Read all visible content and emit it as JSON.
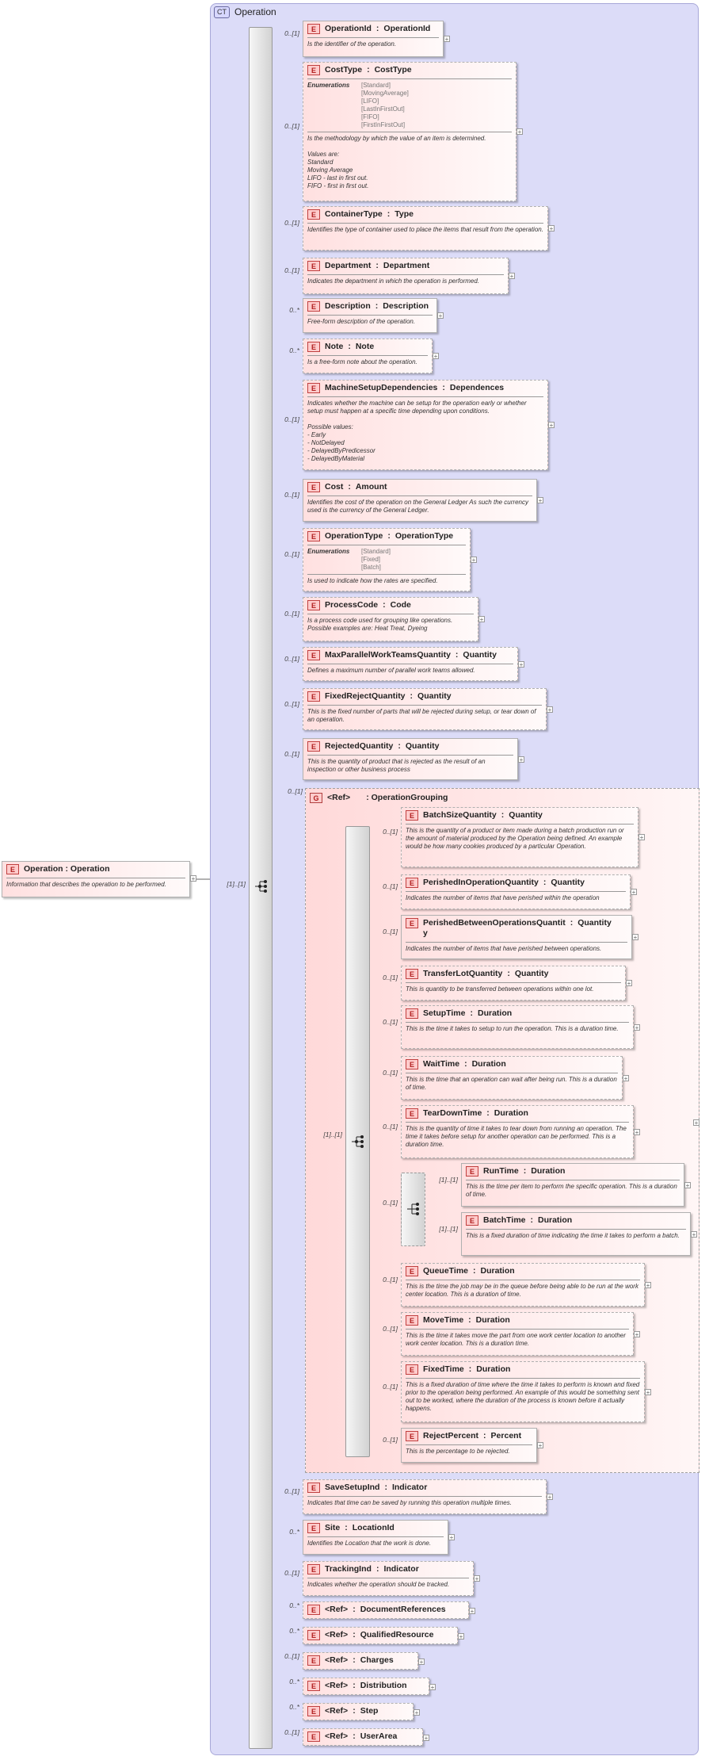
{
  "complex_type": {
    "badge": "CT",
    "name": "Operation"
  },
  "root": {
    "badge": "E",
    "name": "Operation : Operation",
    "doc": "Information that describes the operation to be performed.",
    "cardinality": "[1]..[1]"
  },
  "elements": [
    {
      "id": "operationid",
      "badge": "E",
      "name": "OperationId",
      "type": "OperationId",
      "card": "0..[1]",
      "doc": "Is the identifier of the operation."
    },
    {
      "id": "costtype",
      "badge": "E",
      "name": "CostType",
      "type": "CostType",
      "card": "0..[1]",
      "enum_label": "Enumerations",
      "enums": [
        "[Standard]",
        "[MovingAverage]",
        "[LIFO]",
        "[LastInFirstOut]",
        "[FIFO]",
        "[FirstInFirstOut]"
      ],
      "doc": "Is the methodology by which the value of an item is determined.\n\nValues are:\nStandard\nMoving Average\nLIFO - last in first out.\nFIFO - first in first out."
    },
    {
      "id": "containertype",
      "badge": "E",
      "name": "ContainerType",
      "type": "Type",
      "card": "0..[1]",
      "doc": "Identifies the type of container used to place the items that result from the operation."
    },
    {
      "id": "department",
      "badge": "E",
      "name": "Department",
      "type": "Department",
      "card": "0..[1]",
      "doc": "Indicates the department in which the operation is performed."
    },
    {
      "id": "description",
      "badge": "E",
      "name": "Description",
      "type": "Description",
      "card": "0..*",
      "doc": "Free-form description of the operation."
    },
    {
      "id": "note",
      "badge": "E",
      "name": "Note",
      "type": "Note",
      "card": "0..*",
      "doc": "Is a free-form note about the operation."
    },
    {
      "id": "machinesetup",
      "badge": "E",
      "name": "MachineSetupDependencies",
      "type": "Dependences",
      "card": "0..[1]",
      "doc": "Indicates whether the machine can be setup for the operation early or whether setup must happen at a specific time depending upon conditions.\n\nPossible values:\n- Early\n- NotDelayed\n- DelayedByPredicessor\n- DelayedByMaterial"
    },
    {
      "id": "cost",
      "badge": "E",
      "name": "Cost",
      "type": "Amount",
      "card": "0..[1]",
      "doc": "Identifies the cost of the operation on the General Ledger As such the currency used is the currency of the General Ledger."
    },
    {
      "id": "operationtype",
      "badge": "E",
      "name": "OperationType",
      "type": "OperationType",
      "card": "0..[1]",
      "enum_label": "Enumerations",
      "enums": [
        "[Standard]",
        "[Fixed]",
        "[Batch]"
      ],
      "doc": "Is used to indicate how the rates are specified."
    },
    {
      "id": "processcode",
      "badge": "E",
      "name": "ProcessCode",
      "type": "Code",
      "card": "0..[1]",
      "doc": "Is a process code used for grouping like operations.\nPossible examples are:  Heat Treat, Dyeing"
    },
    {
      "id": "maxparallel",
      "badge": "E",
      "name": "MaxParallelWorkTeamsQuantity",
      "type": "Quantity",
      "card": "0..[1]",
      "doc": "Defines a maximum number of parallel work teams allowed."
    },
    {
      "id": "fixedreject",
      "badge": "E",
      "name": "FixedRejectQuantity",
      "type": "Quantity",
      "card": "0..[1]",
      "doc": "This is the fixed number of parts that will be rejected during setup, or tear down of an operation."
    },
    {
      "id": "rejectedqty",
      "badge": "E",
      "name": "RejectedQuantity",
      "type": "Quantity",
      "card": "0..[1]",
      "doc": "This is the quantity of product that is rejected as the result of an inspection or other business process"
    },
    {
      "id": "savesetup",
      "badge": "E",
      "name": "SaveSetupInd",
      "type": "Indicator",
      "card": "0..[1]",
      "doc": "Indicates that time can be saved by running this operation multiple times."
    },
    {
      "id": "site",
      "badge": "E",
      "name": "Site",
      "type": "LocationId",
      "card": "0..*",
      "doc": "Identifies the Location that the work is done."
    },
    {
      "id": "trackingind",
      "badge": "E",
      "name": "TrackingInd",
      "type": "Indicator",
      "card": "0..[1]",
      "doc": "Indicates whether the operation should be tracked."
    },
    {
      "id": "docrefs",
      "badge": "E",
      "name": "<Ref>",
      "type": "DocumentReferences",
      "card": "0..*",
      "doc": ""
    },
    {
      "id": "qualres",
      "badge": "E",
      "name": "<Ref>",
      "type": "QualifiedResource",
      "card": "0..*",
      "doc": ""
    },
    {
      "id": "charges",
      "badge": "E",
      "name": "<Ref>",
      "type": "Charges",
      "card": "0..[1]",
      "doc": ""
    },
    {
      "id": "distribution",
      "badge": "E",
      "name": "<Ref>",
      "type": "Distribution",
      "card": "0..*",
      "doc": ""
    },
    {
      "id": "step",
      "badge": "E",
      "name": "<Ref>",
      "type": "Step",
      "card": "0..*",
      "doc": ""
    },
    {
      "id": "userarea",
      "badge": "E",
      "name": "<Ref>",
      "type": "UserArea",
      "card": "0..[1]",
      "doc": ""
    }
  ],
  "group": {
    "badge": "G",
    "name": "<Ref>",
    "type": "OperationGrouping",
    "card": "0..[1]",
    "seq_card": "[1]..[1]"
  },
  "group_elements": [
    {
      "id": "batchsize",
      "badge": "E",
      "name": "BatchSizeQuantity",
      "type": "Quantity",
      "card": "0..[1]",
      "doc": "This is the quantity of a product or item made during a batch production run or the amount of material produced by the Operation being defined.  An example would be how many cookies produced by a particular Operation."
    },
    {
      "id": "perishedin",
      "badge": "E",
      "name": "PerishedInOperationQuantity",
      "type": "Quantity",
      "card": "0..[1]",
      "doc": "Indicates the number of items that have perished within the operation"
    },
    {
      "id": "perishedbetween",
      "badge": "E",
      "name": "PerishedBetweenOperationsQuantit\ny",
      "type": "Quantity",
      "card": "0..[1]",
      "doc": "Indicates the number of items that have perished between operations."
    },
    {
      "id": "transferlot",
      "badge": "E",
      "name": "TransferLotQuantity",
      "type": "Quantity",
      "card": "0..[1]",
      "doc": "This is quantity to be transferred between operations within one lot."
    },
    {
      "id": "setuptime",
      "badge": "E",
      "name": "SetupTime",
      "type": "Duration",
      "card": "0..[1]",
      "doc": "This is the time it takes to setup to run the operation. This is a duration time."
    },
    {
      "id": "waittime",
      "badge": "E",
      "name": "WaitTime",
      "type": "Duration",
      "card": "0..[1]",
      "doc": "This is the time that an operation can wait after being run.  This is a duration of time."
    },
    {
      "id": "teardowntime",
      "badge": "E",
      "name": "TearDownTime",
      "type": "Duration",
      "card": "0..[1]",
      "doc": "This is the quantity of time it takes to tear down from running an operation.  The time it takes before setup for another operation can be performed. This is a duration time."
    },
    {
      "id": "queuetime",
      "badge": "E",
      "name": "QueueTime",
      "type": "Duration",
      "card": "0..[1]",
      "doc": "This is the time the job may be in the queue before being able to be run at the work center location. This is a duration of time."
    },
    {
      "id": "movetime",
      "badge": "E",
      "name": "MoveTime",
      "type": "Duration",
      "card": "0..[1]",
      "doc": "This is the time it takes move the part from one work center location to another work center location. This is a duration time."
    },
    {
      "id": "fixedtime",
      "badge": "E",
      "name": "FixedTime",
      "type": "Duration",
      "card": "0..[1]",
      "doc": "This is a fixed duration of time where the time it takes to perform is known and fixed prior to the operation being performed.  An example of this would be something sent out to be worked, where the duration of the process is known before it actually happens."
    },
    {
      "id": "rejectpercent",
      "badge": "E",
      "name": "RejectPercent",
      "type": "Percent",
      "card": "0..[1]",
      "doc": "This is the percentage to be rejected."
    }
  ],
  "choice": {
    "card": "0..[1]"
  },
  "choice_elements": [
    {
      "id": "runtime",
      "badge": "E",
      "name": "RunTime",
      "type": "Duration",
      "card": "[1]..[1]",
      "doc": "This is the time per item to perform the specific operation.  This is a duration of time."
    },
    {
      "id": "batchtime",
      "badge": "E",
      "name": "BatchTime",
      "type": "Duration",
      "card": "[1]..[1]",
      "doc": "This is a fixed duration of time indicating the time it takes to perform a batch."
    }
  ]
}
